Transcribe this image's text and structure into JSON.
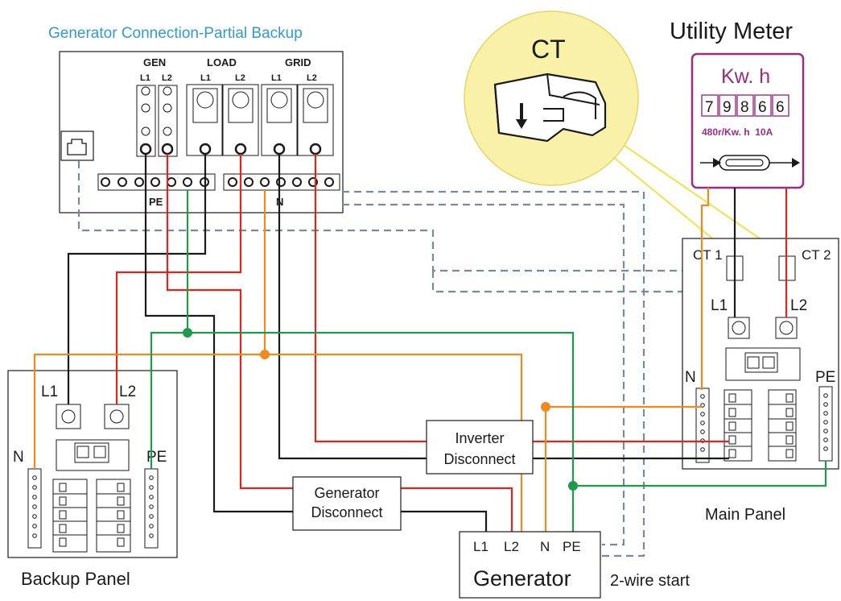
{
  "title": "Generator Connection-Partial Backup",
  "colors": {
    "title": "#2f9ad6",
    "meter_accent": "#9b2d7f",
    "ct_bubble": "#f9f1a8",
    "wire_black": "#1a1a1a",
    "wire_red": "#e3241b",
    "wire_green": "#1f9a4a",
    "wire_orange": "#ef8a1c",
    "comm_dashed": "#7a8a99",
    "ct_lead": "#f2e24a"
  },
  "inverter": {
    "group_gen": "GEN",
    "group_load": "LOAD",
    "group_grid": "GRID",
    "l1": "L1",
    "l2": "L2",
    "pe": "PE",
    "n": "N"
  },
  "ct_bubble": {
    "label": "CT",
    "icon": "ct-clamp-icon"
  },
  "utility_meter": {
    "title": "Utility Meter",
    "unit": "Kw. h",
    "digits": [
      "7",
      "9",
      "8",
      "6",
      "6"
    ],
    "spec": "480r/Kw. h  10A",
    "icon": "meter-disc-icon"
  },
  "main_panel": {
    "label": "Main Panel",
    "ct1": "CT 1",
    "ct2": "CT 2",
    "l1": "L1",
    "l2": "L2",
    "n": "N",
    "pe": "PE"
  },
  "backup_panel": {
    "label": "Backup Panel",
    "l1": "L1",
    "l2": "L2",
    "n": "N",
    "pe": "PE"
  },
  "inverter_disconnect": {
    "line1": "Inverter",
    "line2": "Disconnect"
  },
  "generator_disconnect": {
    "line1": "Generator",
    "line2": "Disconnect"
  },
  "generator": {
    "label": "Generator",
    "terminals": [
      "L1",
      "L2",
      "N",
      "PE"
    ],
    "note": "2-wire start"
  }
}
